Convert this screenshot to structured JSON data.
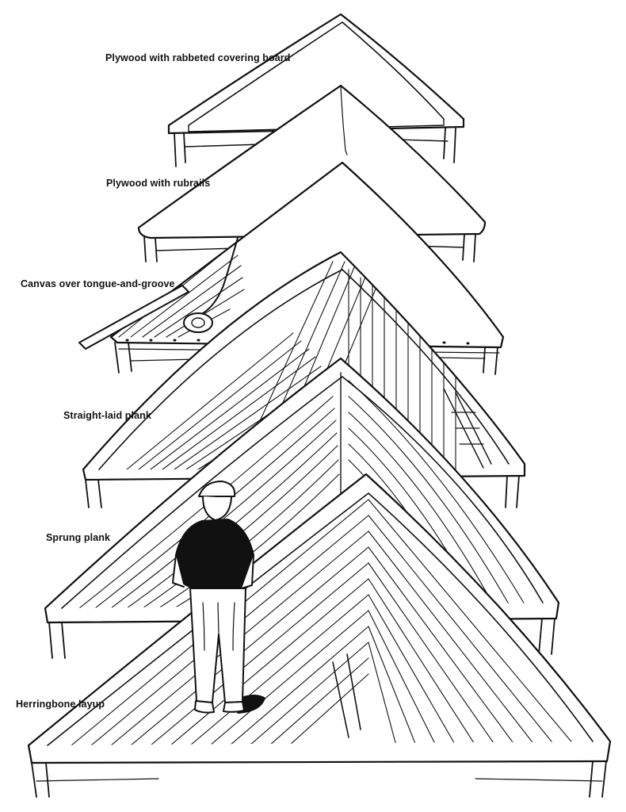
{
  "labels": [
    "Plywood with rabbeted covering board",
    "Plywood with rubrails",
    "Canvas over tongue-and-groove",
    "Straight-laid plank",
    "Sprung plank",
    "Herringbone layup"
  ],
  "colors": {
    "ink": "#111111",
    "paper": "#ffffff"
  }
}
